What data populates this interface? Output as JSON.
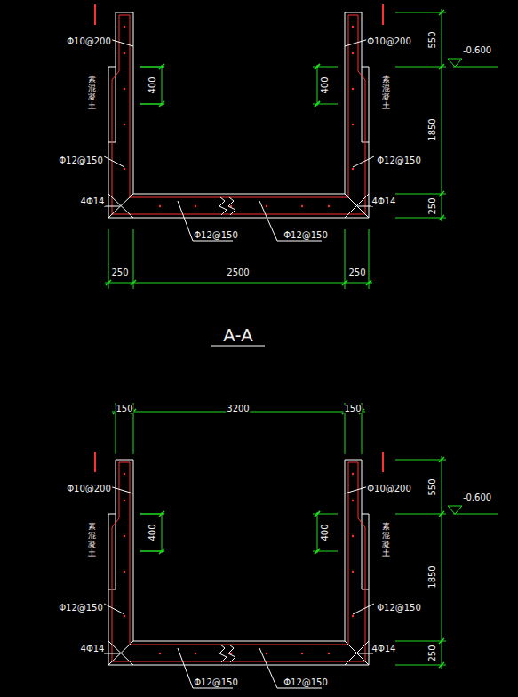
{
  "diagram": {
    "labels": [
      "Φ10@200",
      "Φ10@200",
      "550",
      "-0.600",
      "400",
      "400",
      "素混凝土",
      "素混凝土",
      "1850",
      "Φ12@150",
      "Φ12@150",
      "4Φ14",
      "4Φ14",
      "250",
      "Φ12@150",
      "Φ12@150",
      "250",
      "2500",
      "250",
      "A-A",
      "150",
      "3200",
      "150",
      "Φ10@200",
      "Φ10@200",
      "550",
      "-0.600",
      "400",
      "400",
      "素混凝土",
      "素混凝土",
      "1850",
      "Φ12@150",
      "Φ12@150",
      "4Φ14",
      "4Φ14",
      "250",
      "Φ12@150",
      "Φ12@150"
    ]
  }
}
